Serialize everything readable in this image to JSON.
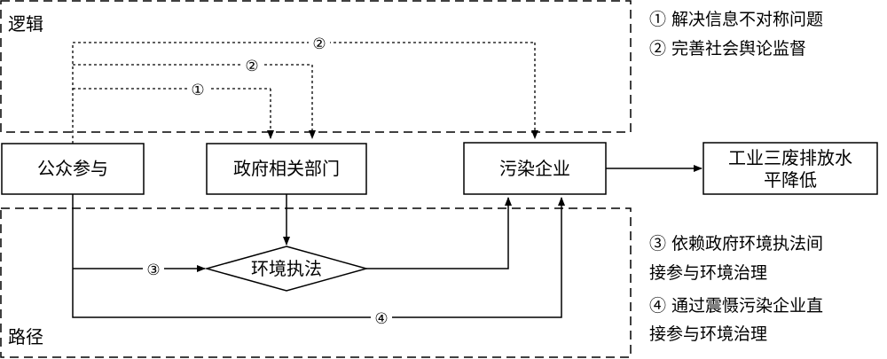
{
  "regions": {
    "logic_label": "逻辑",
    "path_label": "路径"
  },
  "nodes": {
    "public": "公众参与",
    "government": "政府相关部门",
    "enterprise": "污染企业",
    "result_line1": "工业三废排放水",
    "result_line2": "平降低",
    "enforcement": "环境执法"
  },
  "edge_markers": {
    "m1": "①",
    "m2a": "②",
    "m2b": "②",
    "m3": "③",
    "m4": "④"
  },
  "legend_logic": {
    "line1": "① 解决信息不对称问题",
    "line2": "② 完善社会舆论监督"
  },
  "legend_path": {
    "line1": "③ 依赖政府环境执法间",
    "line2": "接参与环境治理",
    "line3": "④ 通过震慑污染企业直",
    "line4": "接参与环境治理"
  }
}
